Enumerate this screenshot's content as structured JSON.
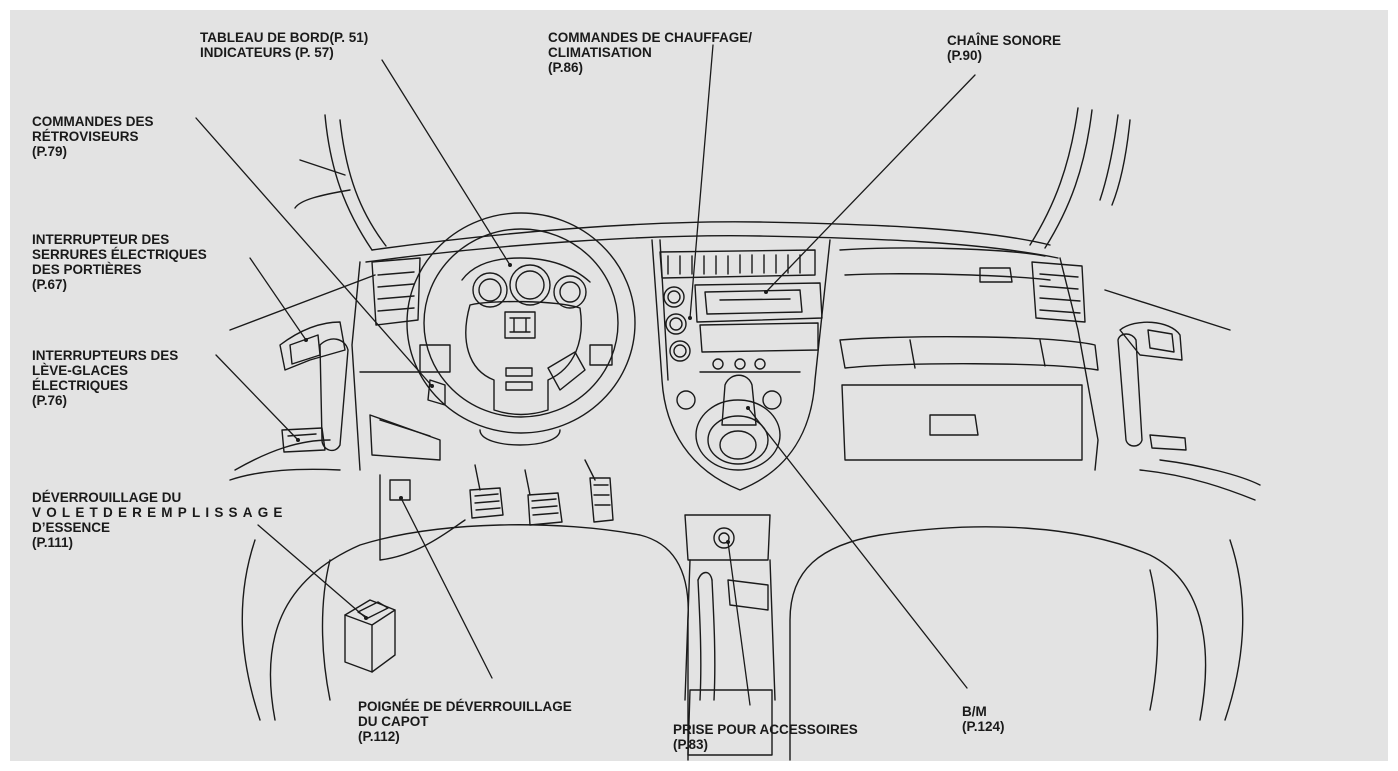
{
  "colors": {
    "background": "#e3e3e3",
    "line": "#1a1a1a",
    "text": "#1a1a1a"
  },
  "callouts": {
    "tableau": {
      "line1": "TABLEAU DE BORD(P. 51)",
      "line2": "INDICATEURS (P. 57)"
    },
    "chauffage": {
      "line1": "COMMANDES DE CHAUFFAGE/",
      "line2": "CLIMATISATION",
      "page": "(P.86)"
    },
    "chaine": {
      "line1": "CHAÎNE SONORE",
      "page": "(P.90)"
    },
    "retroviseurs": {
      "line1": "COMMANDES DES",
      "line2": "RÉTROVISEURS",
      "page": "(P.79)"
    },
    "serrures": {
      "line1": "INTERRUPTEUR DES",
      "line2": "SERRURES ÉLECTRIQUES",
      "line3": "DES PORTIÈRES",
      "page": "(P.67)"
    },
    "leve_glaces": {
      "line1": "INTERRUPTEURS DES",
      "line2": "LÈVE-GLACES",
      "line3": "ÉLECTRIQUES",
      "page": "(P.76)"
    },
    "essence": {
      "line1": "DÉVERROUILLAGE DU",
      "line2": "VOLETDEREMPLISSAGE",
      "line3": "D’ESSENCE",
      "page": "(P.111)"
    },
    "capot": {
      "line1": "POIGNÉE DE DÉVERROUILLAGE",
      "line2": "DU CAPOT",
      "page": "(P.112)"
    },
    "prise": {
      "line1": "PRISE POUR ACCESSOIRES",
      "page": "(P.83)"
    },
    "bm": {
      "line1": "B/M",
      "page": "(P.124)"
    }
  }
}
